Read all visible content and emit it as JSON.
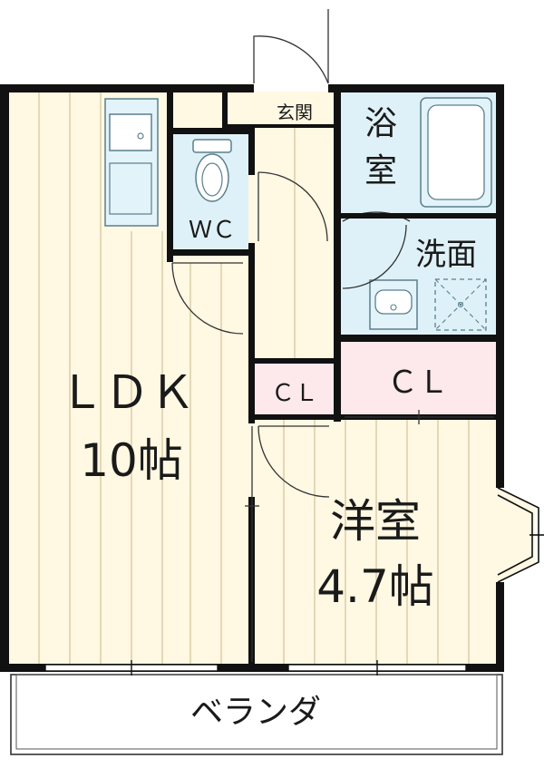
{
  "labels": {
    "entrance": "玄関",
    "bath_1": "浴",
    "bath_2": "室",
    "wc": "ＷＣ",
    "washroom": "洗面",
    "ldk": "ＬＤＫ",
    "ldk_size": "10帖",
    "closet_small": "ＣＬ",
    "closet_large": "ＣＬ",
    "western_1": "洋室",
    "western_2": "4.7帖",
    "balcony": "ベランダ"
  },
  "colors": {
    "floor_wood": "#fff8e3",
    "wood_line": "#c9b78a",
    "wet_area": "#dff1f8",
    "closet": "#fde8ec",
    "wall": "#111111",
    "fixture_fill": "#e2f3fa",
    "fixture_line": "#5a7f8c"
  }
}
